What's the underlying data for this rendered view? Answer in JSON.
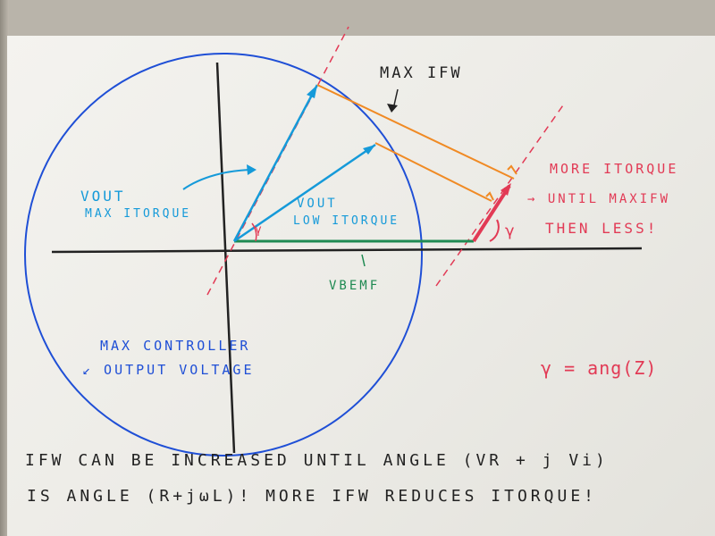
{
  "labels": {
    "max_ifw": "MAX IFW",
    "vout_max_line1": "VOUT",
    "vout_max_line2": "MAX ITORQUE",
    "vout_low_line1": "VOUT",
    "vout_low_line2": "LOW ITORQUE",
    "vbemf": "VBEMF",
    "more_itorque": "MORE ITORQUE",
    "until_max": "→ UNTIL MAXIFW",
    "then_less": "THEN LESS!",
    "gamma_eq": "γ = ang(Z)",
    "circle_label_1": "MAX CONTROLLER",
    "circle_label_2": "↙ OUTPUT VOLTAGE",
    "gamma_small": "γ",
    "gamma_red": "γ"
  },
  "footer": {
    "line1": "IFW CAN BE INCREASED UNTIL ANGLE (VR + j Vi)",
    "line2": "IS ANGLE (R+jωL)! MORE IFW REDUCES ITORQUE!"
  },
  "colors": {
    "circle": "#1f4fd6",
    "vectors": "#159ad9",
    "orange": "#f08a24",
    "red": "#e23a55",
    "green": "#1f8a52",
    "axes": "#222222"
  }
}
